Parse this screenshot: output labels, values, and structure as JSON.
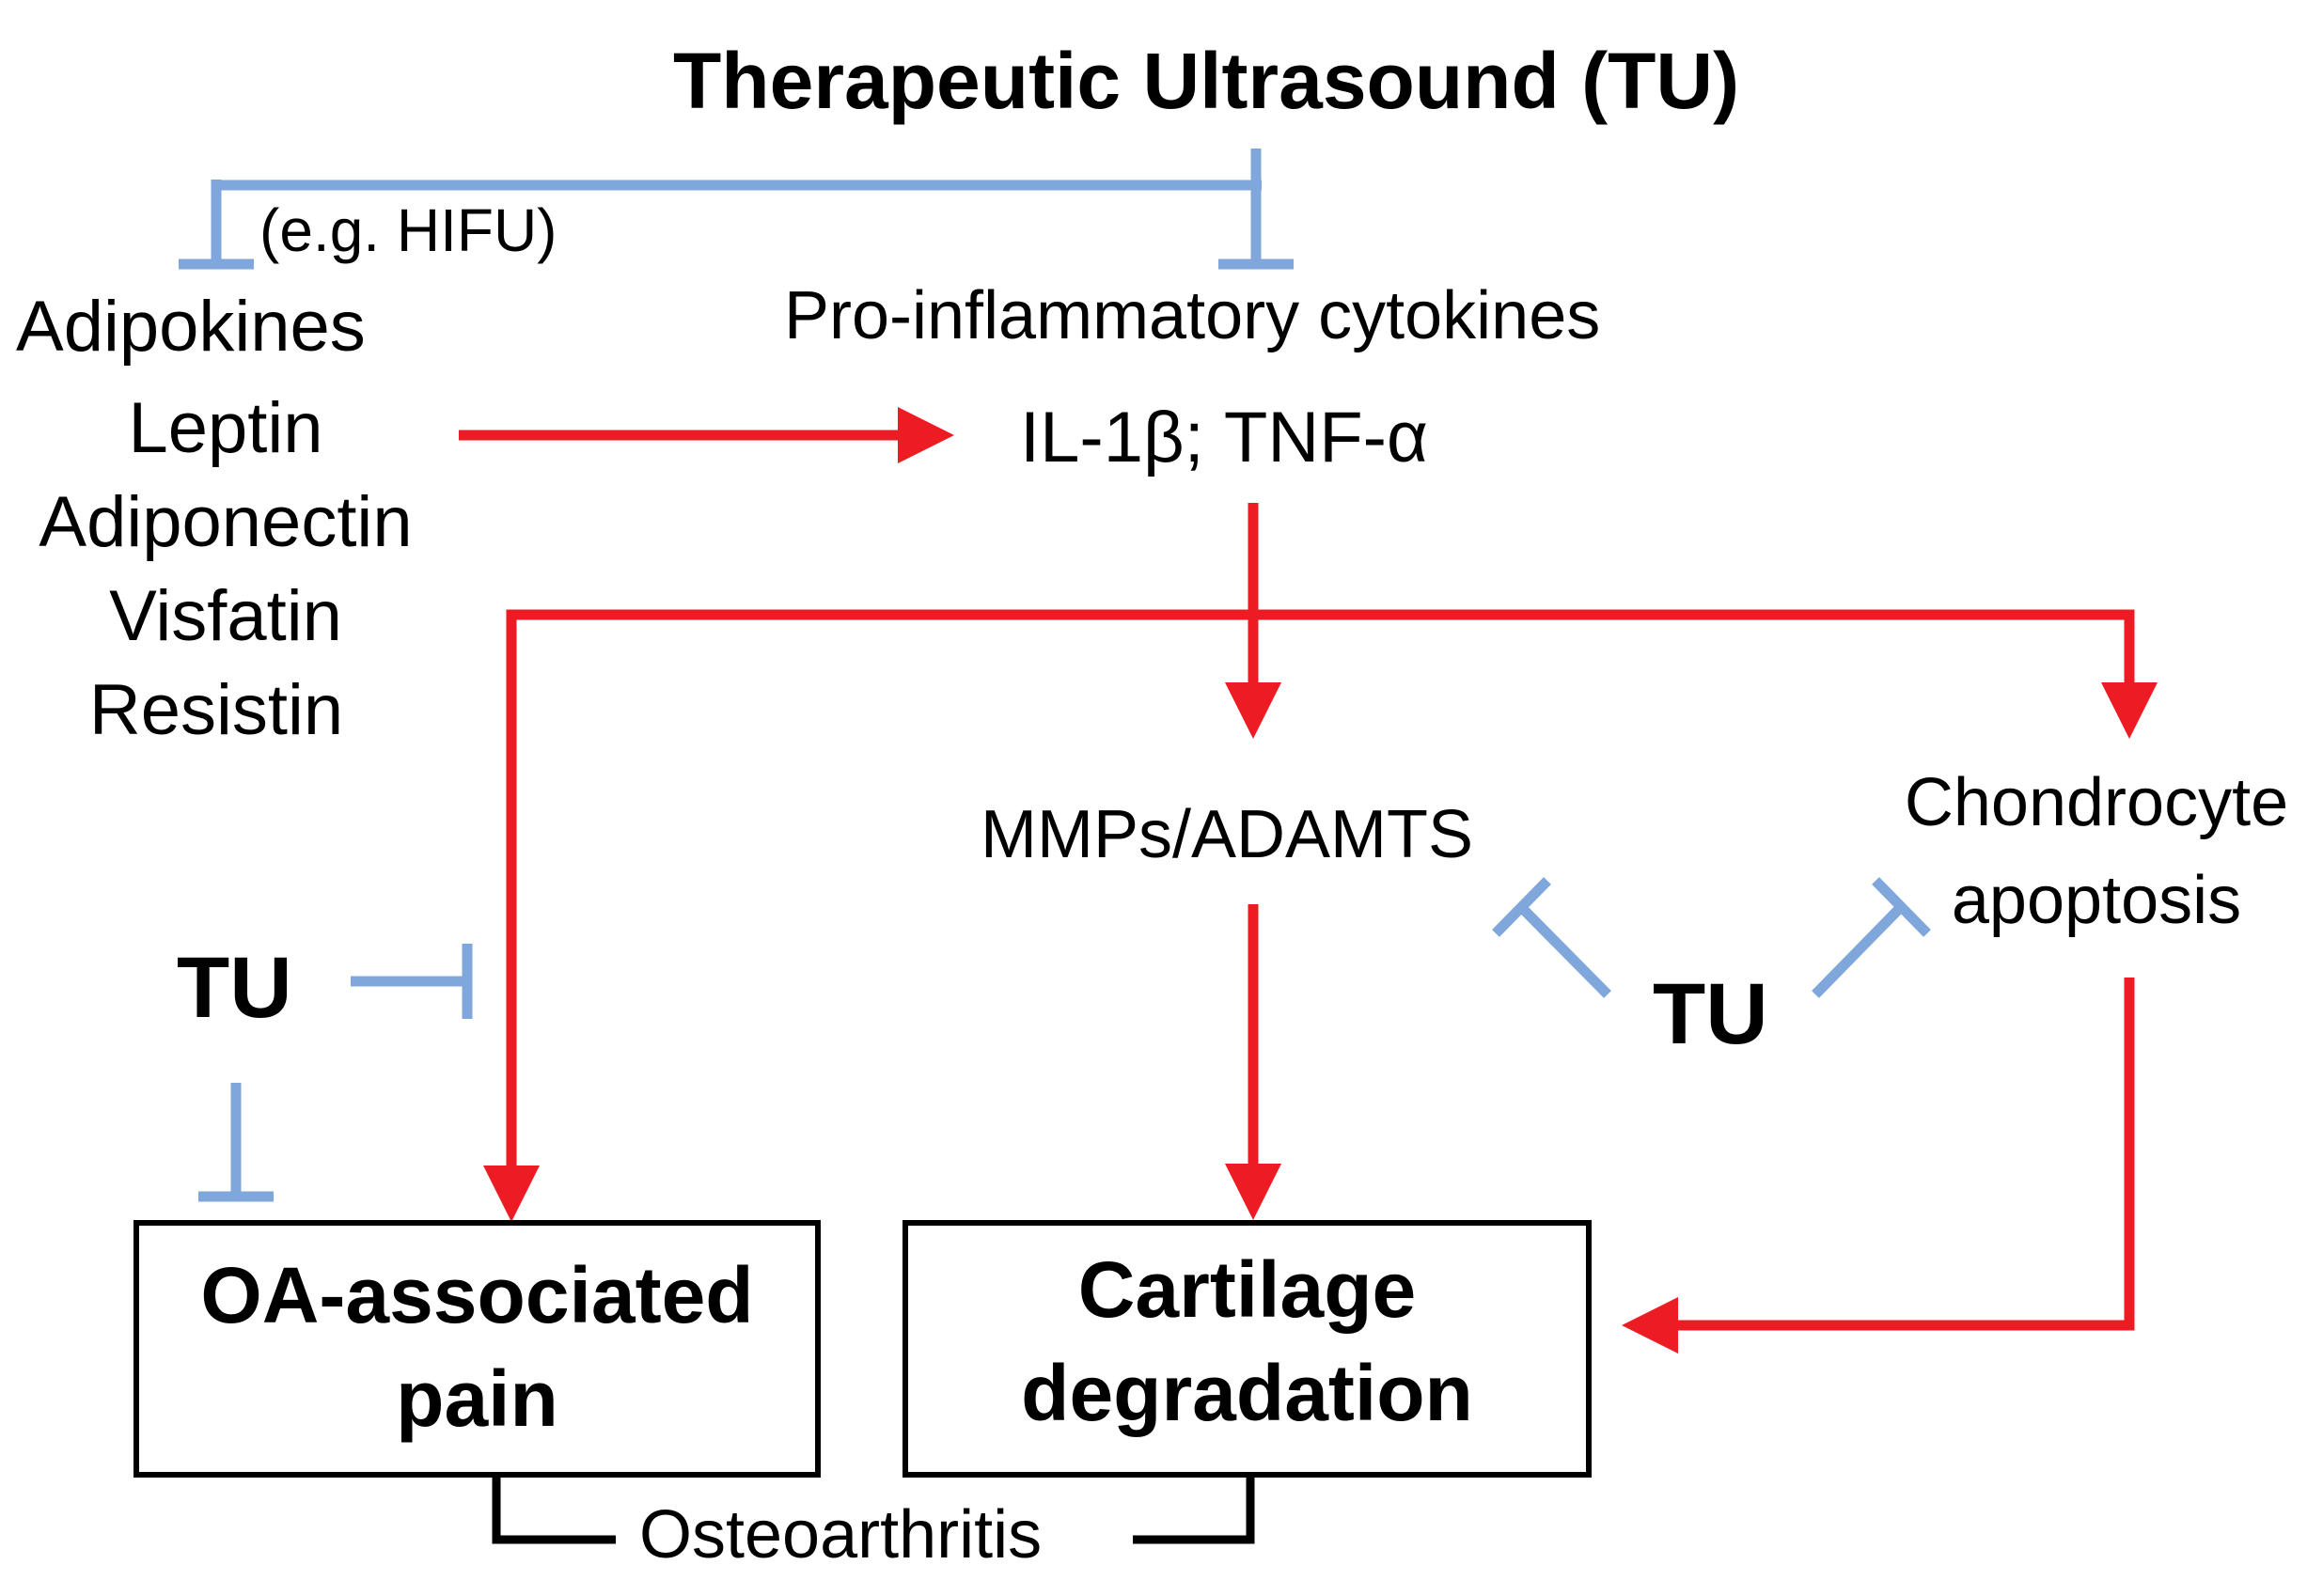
{
  "title": "Therapeutic Ultrasound (TU)",
  "hifu_note": "(e.g. HIFU)",
  "adipokines": {
    "heading": "Adipokines",
    "items": [
      "Leptin",
      "Adiponectin",
      "Visfatin",
      "Resistin"
    ]
  },
  "cytokines": {
    "heading": "Pro-inflammatory cytokines",
    "items": "IL-1β; TNF-α"
  },
  "mmps": "MMPs/ADAMTS",
  "chondrocyte": {
    "line1": "Chondrocyte",
    "line2": "apoptosis"
  },
  "tu_label": "TU",
  "pain_box": {
    "line1": "OA-associated",
    "line2": "pain"
  },
  "cartilage_box": {
    "line1": "Cartilage",
    "line2": "degradation"
  },
  "osteoarthritis": "Osteoarthritis",
  "colors": {
    "activate": "#ed1c24",
    "inhibit": "#7fa7dc",
    "box": "#000000"
  }
}
